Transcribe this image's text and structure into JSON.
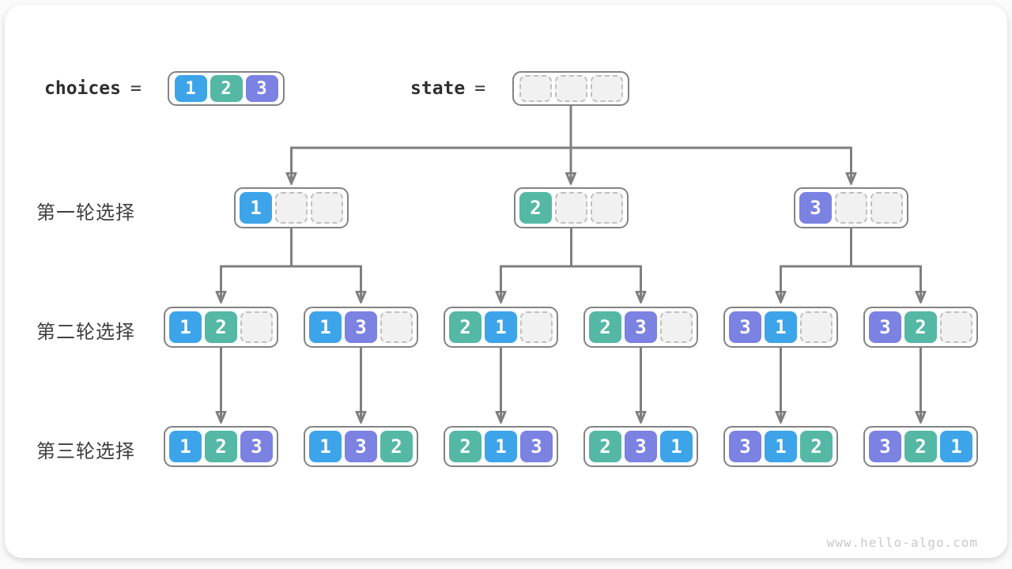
{
  "colors": {
    "1": "#3ea4e9",
    "2": "#54b8a5",
    "3": "#7b82e2",
    "line": "#7f7f7f"
  },
  "header": {
    "choices": {
      "label": "choices",
      "equals": "=",
      "values": [
        1,
        2,
        3
      ]
    },
    "state": {
      "label": "state",
      "equals": "=",
      "values": [
        null,
        null,
        null
      ]
    }
  },
  "rows": [
    {
      "label": "第一轮选择",
      "nodes": [
        [
          1,
          null,
          null
        ],
        [
          2,
          null,
          null
        ],
        [
          3,
          null,
          null
        ]
      ]
    },
    {
      "label": "第二轮选择",
      "nodes": [
        [
          1,
          2,
          null
        ],
        [
          1,
          3,
          null
        ],
        [
          2,
          1,
          null
        ],
        [
          2,
          3,
          null
        ],
        [
          3,
          1,
          null
        ],
        [
          3,
          2,
          null
        ]
      ]
    },
    {
      "label": "第三轮选择",
      "nodes": [
        [
          1,
          2,
          3
        ],
        [
          1,
          3,
          2
        ],
        [
          2,
          1,
          3
        ],
        [
          2,
          3,
          1
        ],
        [
          3,
          1,
          2
        ],
        [
          3,
          2,
          1
        ]
      ]
    }
  ],
  "footer": {
    "watermark": "www.hello-algo.com"
  }
}
